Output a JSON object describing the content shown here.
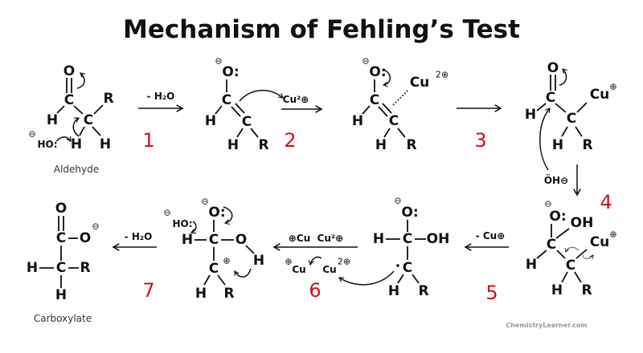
{
  "title": "Mechanism of Fehling’s Test",
  "watermark": "ChemistryLearner.com",
  "colors": {
    "step_number": "#d0101a",
    "text": "#111111"
  },
  "steps": [
    {
      "number": "1",
      "reagent": "- H₂O"
    },
    {
      "number": "2",
      "reagent": "Cu²⊕"
    },
    {
      "number": "3",
      "reagent": ""
    },
    {
      "number": "4",
      "reagent": "ÖH⊖"
    },
    {
      "number": "5",
      "reagent": "- Cu⊕"
    },
    {
      "number": "6",
      "reagent": "⊕Cu  Cu²⊕"
    },
    {
      "number": "7",
      "reagent": "- H₂O"
    }
  ],
  "molecules": {
    "aldehyde": {
      "name": "Aldehyde",
      "atoms": [
        "O",
        "C",
        "R",
        "H",
        "C",
        "H",
        "H",
        "HO:",
        "⊖"
      ]
    },
    "enolate": {
      "atoms": [
        "O:",
        "⊖",
        "C",
        "H",
        "C",
        "H",
        "R"
      ]
    },
    "enolate_cu": {
      "atoms": [
        "O:",
        "⊖",
        "C",
        "H",
        "C",
        "H",
        "R",
        "Cu",
        "2⊕"
      ]
    },
    "cu_complex": {
      "atoms": [
        "O",
        "C",
        "H",
        "C",
        "Cu",
        "⊕",
        "H",
        "R"
      ]
    },
    "hydroxy_cu": {
      "atoms": [
        "O:",
        "⊖",
        "OH",
        "C",
        "H",
        "C",
        "Cu",
        "⊕",
        "H",
        "R"
      ]
    },
    "radical": {
      "atoms": [
        "O:",
        "⊖",
        "H",
        "C",
        "OH",
        "C",
        "H",
        "R"
      ]
    },
    "cation": {
      "atoms": [
        "O:",
        "⊖",
        "HO:",
        "⊖",
        "H",
        "C",
        "O",
        "H",
        "C",
        "⊕",
        "H",
        "R"
      ]
    },
    "carboxylate": {
      "name": "Carboxylate",
      "atoms": [
        "O",
        "C",
        "O",
        "⊖",
        "H",
        "C",
        "R",
        "H"
      ]
    }
  },
  "free_species": {
    "cu_plus": "Cu",
    "cu_plus_charge": "⊕",
    "cu2": "Cu",
    "cu2_charge": "2⊕"
  }
}
